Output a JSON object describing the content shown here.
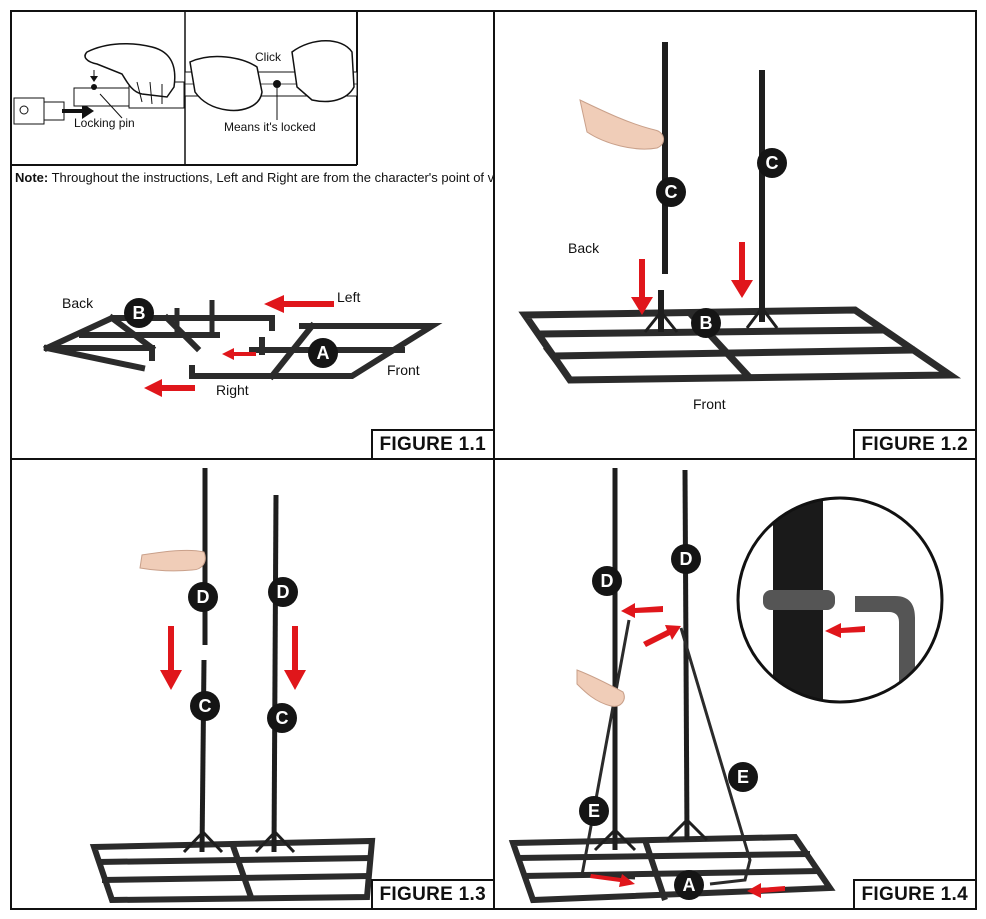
{
  "figure_1_1": {
    "label": "FIGURE 1.1",
    "locking_pin_label": "Locking pin",
    "click_label": "Click",
    "locked_label": "Means it's locked",
    "note_bold": "Note:",
    "note_text": " Throughout the instructions, Left and Right are from the character's point of view.",
    "back_label": "Back",
    "left_label": "Left",
    "right_label": "Right",
    "front_label": "Front",
    "callout_a": "A",
    "callout_b": "B"
  },
  "figure_1_2": {
    "label": "FIGURE 1.2",
    "back_label": "Back",
    "front_label": "Front",
    "callout_b": "B",
    "callout_c": "C"
  },
  "figure_1_3": {
    "label": "FIGURE 1.3",
    "callout_c": "C",
    "callout_d": "D"
  },
  "figure_1_4": {
    "label": "FIGURE 1.4",
    "callout_a": "A",
    "callout_d": "D",
    "callout_e": "E"
  },
  "colors": {
    "arrow_red": "#e0161b",
    "frame": "#2b2b2b",
    "text": "#111111"
  }
}
